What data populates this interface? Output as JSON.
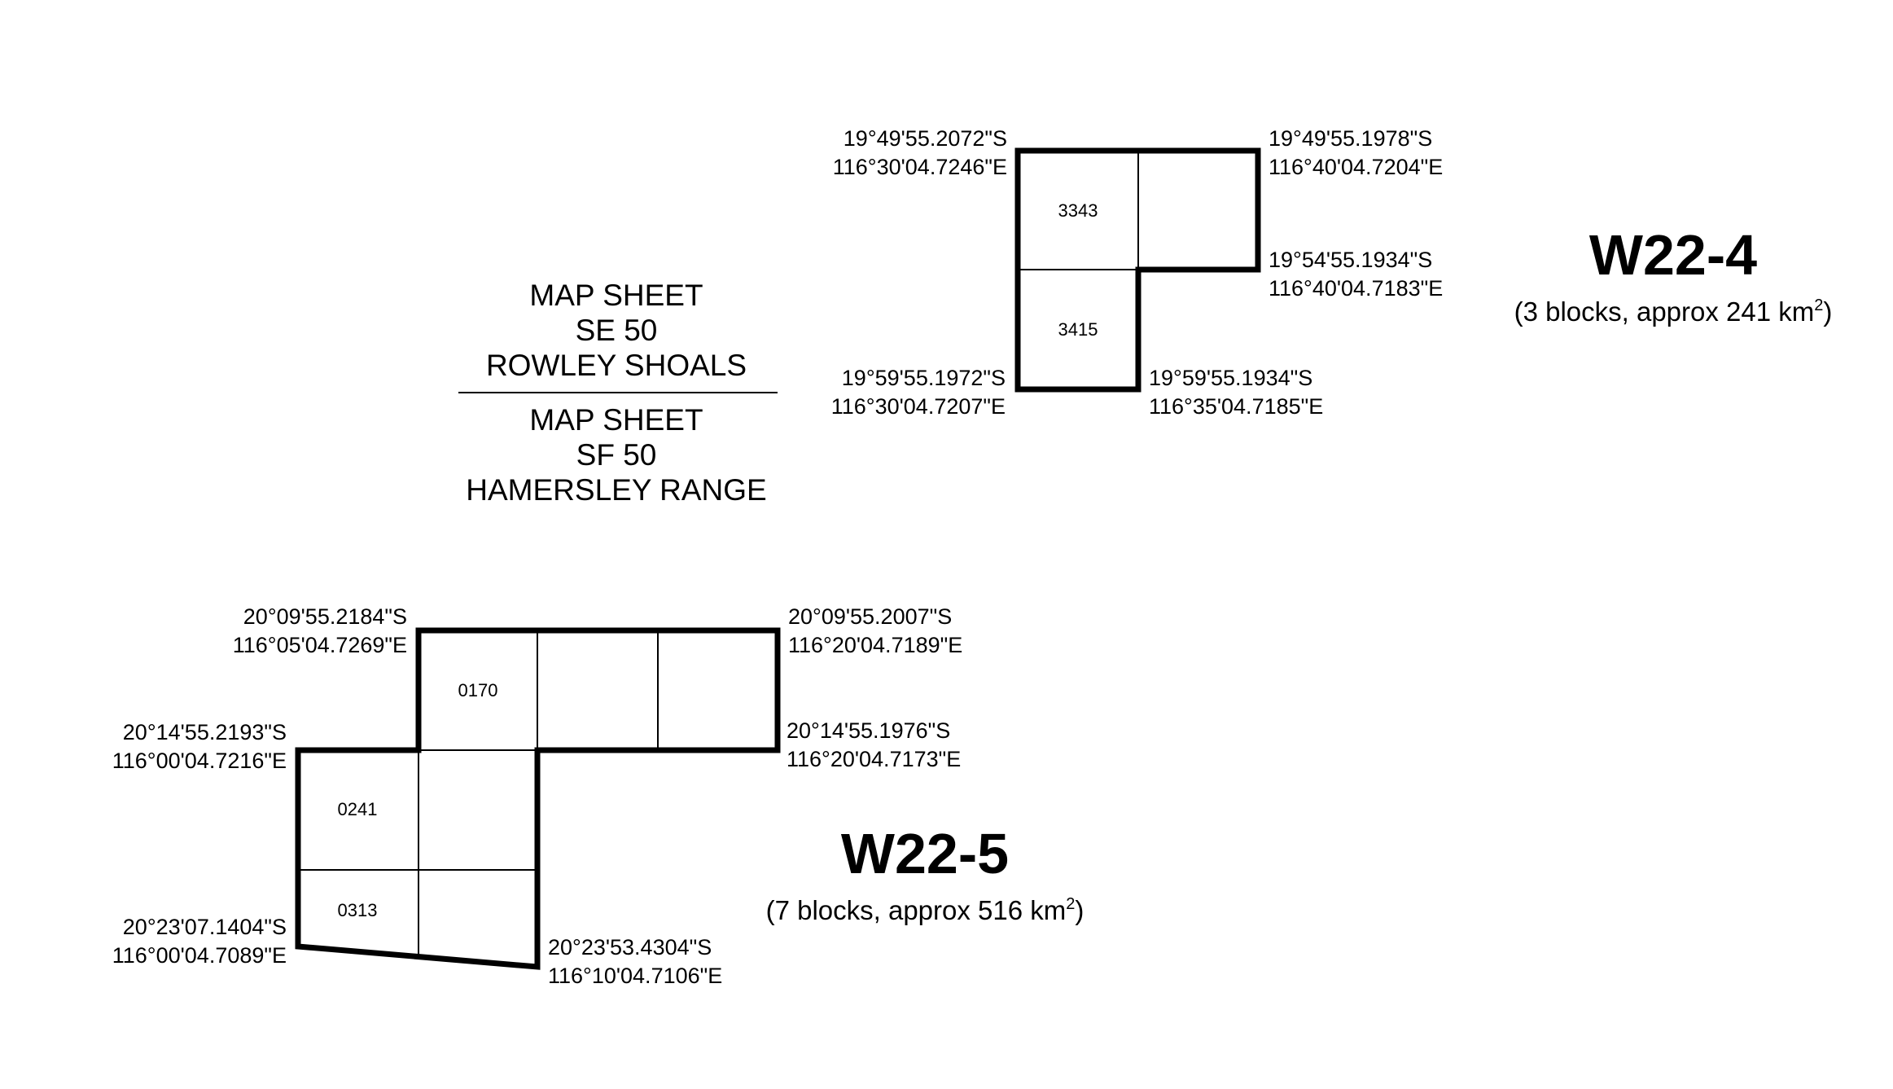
{
  "map_sheets": {
    "upper": {
      "line1": "MAP SHEET",
      "line2": "SE 50",
      "line3": "ROWLEY SHOALS"
    },
    "lower": {
      "line1": "MAP SHEET",
      "line2": "SF 50",
      "line3": "HAMERSLEY RANGE"
    }
  },
  "w22_4": {
    "title": "W22-4",
    "subtitle_prefix": "(3 blocks, approx 241 km",
    "subtitle_sup": "2",
    "subtitle_suffix": ")",
    "blocks": {
      "top_left": "3343",
      "bottom_left": "3415"
    },
    "coords": {
      "top_left": {
        "lat": "19°49'55.2072\"S",
        "lon": "116°30'04.7246\"E"
      },
      "top_right": {
        "lat": "19°49'55.1978\"S",
        "lon": "116°40'04.7204\"E"
      },
      "right_mid": {
        "lat": "19°54'55.1934\"S",
        "lon": "116°40'04.7183\"E"
      },
      "bottom_left": {
        "lat": "19°59'55.1972\"S",
        "lon": "116°30'04.7207\"E"
      },
      "bottom_right": {
        "lat": "19°59'55.1934\"S",
        "lon": "116°35'04.7185\"E"
      }
    }
  },
  "w22_5": {
    "title": "W22-5",
    "subtitle_prefix": "(7 blocks, approx 516 km",
    "subtitle_sup": "2",
    "subtitle_suffix": ")",
    "blocks": {
      "top_left": "0170",
      "mid_left": "0241",
      "bottom_left": "0313"
    },
    "coords": {
      "top_left": {
        "lat": "20°09'55.2184\"S",
        "lon": "116°05'04.7269\"E"
      },
      "top_right": {
        "lat": "20°09'55.2007\"S",
        "lon": "116°20'04.7189\"E"
      },
      "left_mid": {
        "lat": "20°14'55.2193\"S",
        "lon": "116°00'04.7216\"E"
      },
      "right_mid": {
        "lat": "20°14'55.1976\"S",
        "lon": "116°20'04.7173\"E"
      },
      "bottom_left": {
        "lat": "20°23'07.1404\"S",
        "lon": "116°00'04.7089\"E"
      },
      "bottom_right": {
        "lat": "20°23'53.4304\"S",
        "lon": "116°10'04.7106\"E"
      }
    }
  }
}
